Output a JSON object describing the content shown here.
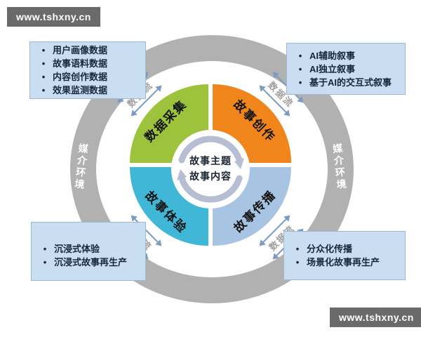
{
  "watermarks": {
    "top_left": "www.tshxny.cn",
    "bottom_right": "www.tshxny.cn"
  },
  "ring": {
    "left_label": "媒介环境",
    "right_label": "媒介环境",
    "color": "#b1b1b1"
  },
  "center": {
    "line1": "故事主题",
    "line2": "故事内容"
  },
  "quadrants": {
    "top_left": {
      "label": "数据采集",
      "color": "#9cc33b"
    },
    "top_right": {
      "label": "故事创作",
      "color": "#f0861b"
    },
    "bottom_left": {
      "label": "故事体验",
      "color": "#41b7d8"
    },
    "bottom_right": {
      "label": "故事传播",
      "color": "#a7c4e2"
    }
  },
  "flow_labels": {
    "top_left": "数据流",
    "top_right": "数据流",
    "bottom_left": "数据流",
    "bottom_right": "数据流"
  },
  "boxes": {
    "top_left": {
      "items": [
        "用户画像数据",
        "故事语料数据",
        "内容创作数据",
        "效果监测数据"
      ]
    },
    "top_right": {
      "items": [
        "AI辅助叙事",
        "AI独立叙事",
        "基于AI的交互式叙事"
      ]
    },
    "bottom_left": {
      "items": [
        "沉浸式体验",
        "沉浸式故事再生产"
      ]
    },
    "bottom_right": {
      "items": [
        "分众化传播",
        "场景化故事再生产"
      ]
    }
  },
  "colors": {
    "flow_arrow": "#7b9cc0",
    "cycle_arrow": "#b7bdd3",
    "box_background": "#c9def1",
    "watermark_background": "#6a6a6a"
  }
}
